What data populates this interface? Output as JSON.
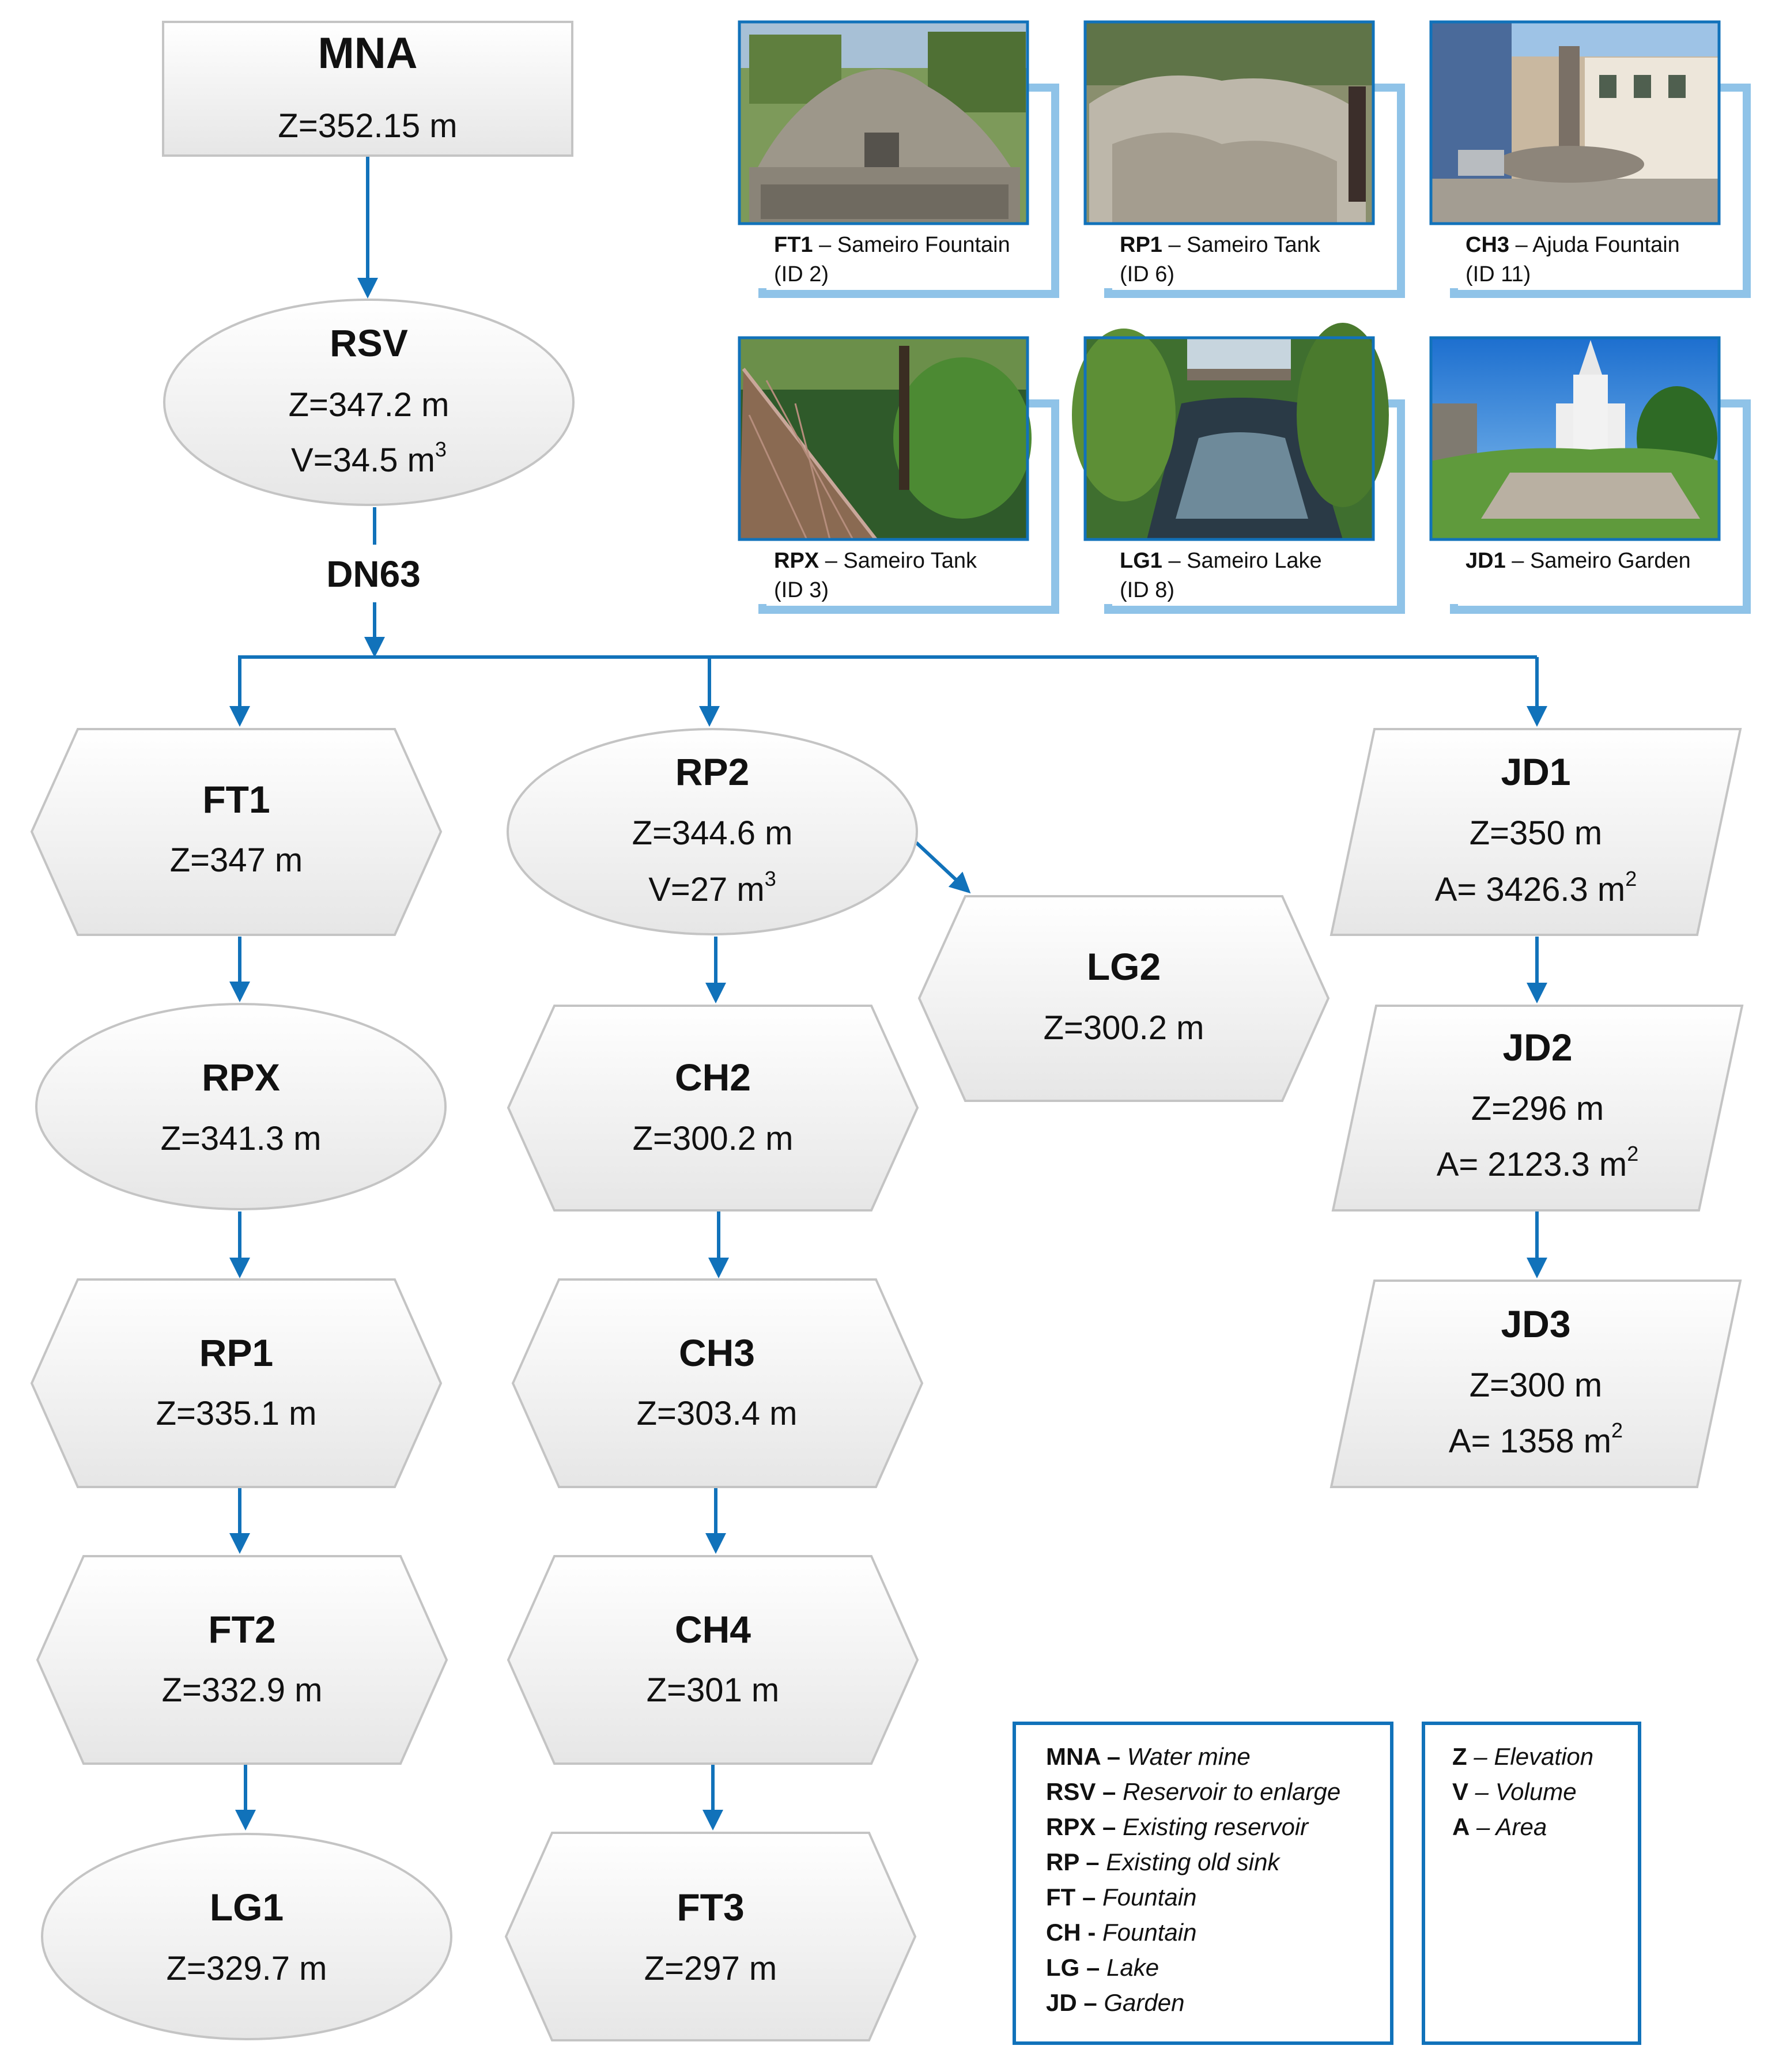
{
  "colors": {
    "connector": "#1172BA",
    "photo_frame": "#8FC3E8",
    "legend_border": "#1172BA",
    "node_fill_top": "#ffffff",
    "node_fill_bottom": "#e6e6e6"
  },
  "nodes": {
    "mna": {
      "name": "MNA",
      "z": "Z=352.15 m"
    },
    "rsv": {
      "name": "RSV",
      "z": "Z=347.2 m",
      "v": "V=34.5 m",
      "v_sup": "3"
    },
    "dn63": "DN63",
    "ft1": {
      "name": "FT1",
      "z": "Z=347 m"
    },
    "rpx": {
      "name": "RPX",
      "z": "Z=341.3 m"
    },
    "rp1": {
      "name": "RP1",
      "z": "Z=335.1 m"
    },
    "ft2": {
      "name": "FT2",
      "z": "Z=332.9 m"
    },
    "lg1": {
      "name": "LG1",
      "z": "Z=329.7 m"
    },
    "rp2": {
      "name": "RP2",
      "z": "Z=344.6 m",
      "v": "V=27 m",
      "v_sup": "3"
    },
    "ch2": {
      "name": "CH2",
      "z": "Z=300.2 m"
    },
    "ch3": {
      "name": "CH3",
      "z": "Z=303.4 m"
    },
    "ch4": {
      "name": "CH4",
      "z": "Z=301 m"
    },
    "ft3": {
      "name": "FT3",
      "z": "Z=297 m"
    },
    "lg2": {
      "name": "LG2",
      "z": "Z=300.2 m"
    },
    "jd1": {
      "name": "JD1",
      "z": "Z=350 m",
      "a": "A= 3426.3 m",
      "a_sup": "2"
    },
    "jd2": {
      "name": "JD2",
      "z": "Z=296 m",
      "a": "A= 2123.3 m",
      "a_sup": "2"
    },
    "jd3": {
      "name": "JD3",
      "z": "Z=300 m",
      "a": "A= 1358 m",
      "a_sup": "2"
    }
  },
  "photos": [
    {
      "code": "FT1",
      "text": " – Sameiro Fountain",
      "id": "(ID 2)",
      "scene": "stone-fountain-photo"
    },
    {
      "code": "RP1",
      "text": " – Sameiro Tank",
      "id": "(ID 6)",
      "scene": "rock-tank-photo"
    },
    {
      "code": "CH3",
      "text": " – Ajuda Fountain",
      "id": "(ID 11)",
      "scene": "square-fountain-photo"
    },
    {
      "code": "RPX",
      "text": " – Sameiro  Tank",
      "id": "(ID 3)",
      "scene": "fenced-tank-photo"
    },
    {
      "code": "LG1",
      "text": " – Sameiro Lake",
      "id": "(ID 8)",
      "scene": "lake-photo"
    },
    {
      "code": "JD1",
      "text": " – Sameiro Garden",
      "id": "",
      "scene": "garden-photo"
    }
  ],
  "legend_codes": [
    {
      "code": "MNA – ",
      "desc": "Water mine"
    },
    {
      "code": "RSV – ",
      "desc": "Reservoir to enlarge"
    },
    {
      "code": "RPX – ",
      "desc": "Existing reservoir"
    },
    {
      "code": "RP – ",
      "desc": "Existing old sink"
    },
    {
      "code": "FT – ",
      "desc": "Fountain"
    },
    {
      "code": "CH - ",
      "desc": "Fountain"
    },
    {
      "code": "LG – ",
      "desc": "Lake"
    },
    {
      "code": "JD – ",
      "desc": "Garden"
    }
  ],
  "legend_vars": [
    {
      "code": "Z",
      "desc": " – Elevation"
    },
    {
      "code": "V",
      "desc": " – Volume"
    },
    {
      "code": "A",
      "desc": " – Area"
    }
  ]
}
